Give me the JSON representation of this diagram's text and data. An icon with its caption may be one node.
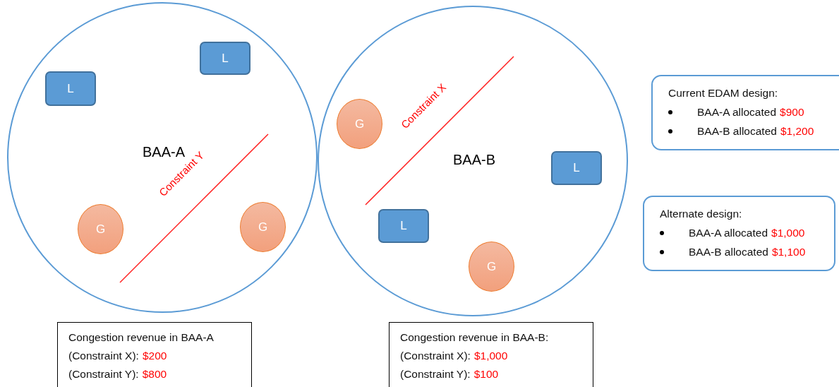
{
  "diagram": {
    "nodes": [
      {
        "text": [
          "BAA-A"
        ]
      },
      {
        "text": [
          "L"
        ],
        "in": 0
      },
      {
        "text": [
          "L"
        ],
        "in": 0
      },
      {
        "text": [
          "G"
        ],
        "in": 0
      },
      {
        "text": [
          "G"
        ],
        "in": 0
      },
      {
        "text": [
          "BAA-B"
        ]
      },
      {
        "text": [
          "G"
        ],
        "in": 5
      },
      {
        "text": [
          "L"
        ],
        "in": 5
      },
      {
        "text": [
          "L"
        ],
        "in": 5
      },
      {
        "text": [
          "G"
        ],
        "in": 5
      },
      {
        "text": [
          "Congestion revenue in BAA-A",
          "(Constraint X):",
          "$200",
          "(Constraint Y):",
          "$800"
        ]
      },
      {
        "text": [
          "Congestion revenue in BAA-B:",
          "(Constraint X):",
          "$1,000",
          "(Constraint Y):",
          "$100"
        ]
      },
      {
        "text": [
          "Current EDAM design:",
          "BAA-A allocated",
          "$900",
          "BAA-B allocated",
          "$1,200"
        ]
      },
      {
        "text": [
          "Alternate design:",
          "BAA-A allocated",
          "$1,000",
          "BAA-B allocated",
          "$1,100"
        ]
      }
    ],
    "labels": [
      "Constraint X",
      "Constraint Y"
    ]
  }
}
